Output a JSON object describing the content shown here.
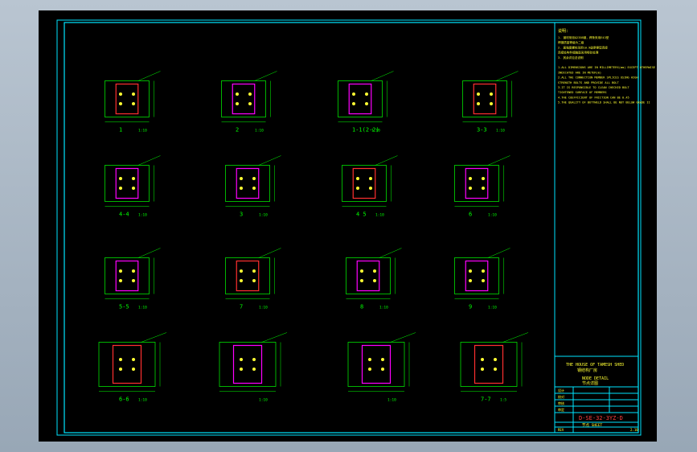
{
  "drawing": {
    "notes": {
      "heading": "说明:",
      "lines": [
        "1. 钢材采用Q235B钢，焊条采用E43型",
        "   焊缝质量等级为二级",
        "2. 高强度螺栓采用10.9级摩擦型连接",
        "   连接处构件接触面采用喷砂处理",
        "3. 其余详见总说明",
        "",
        "1.ALL DIMENSIONS ARE IN MILLIMETERS(mm) EXCEPT OTHERWISE",
        "  INDICATED ARE IN METER(m)",
        "2.ALL THE CONNECTION MEMBER SPLICES USING HIGH",
        "  STRENGTH BOLTS AND PROVIDE ALL BOLT",
        "3.IT IS RESPONSIBLE TO CLEAN CHECKED BOLT",
        "  TIGHTENED SURFACE OF MEMBERS",
        "4.THE COEFFICIENT OF FRICTION CAN BE 0.45",
        "5.THE QUALITY OF BUTTWELD SHALL BE NOT BELOW GRADE II"
      ]
    },
    "details": [
      {
        "num": "1",
        "scale": "1:10"
      },
      {
        "num": "2",
        "scale": "1:10"
      },
      {
        "num": "1-1(2-2)",
        "scale": "1:10"
      },
      {
        "num": "3-3",
        "scale": "1:10"
      },
      {
        "num": "4-4",
        "scale": "1:10"
      },
      {
        "num": "3",
        "scale": "1:10"
      },
      {
        "num": "4 5",
        "scale": "1:10"
      },
      {
        "num": "6",
        "scale": "1:10"
      },
      {
        "num": "5-5",
        "scale": "1:10"
      },
      {
        "num": "7",
        "scale": "1:10"
      },
      {
        "num": "8",
        "scale": "1:10"
      },
      {
        "num": "9",
        "scale": "1:10"
      },
      {
        "num": "6-6",
        "scale": "1:10"
      },
      {
        "num": "",
        "scale": "1:10"
      },
      {
        "num": "",
        "scale": "1:10"
      },
      {
        "num": "7-7",
        "scale": "1:5"
      }
    ],
    "title_block": {
      "project_en": "THE HOUSE OF TAMESH SHED",
      "project_cn": "钢结构厂房",
      "sheet_en": "NODE DETAIL",
      "sheet_cn": "节点详图",
      "drawing_no": "D-SE-32-3YZ-D",
      "sheet_title": "节点 SHEET",
      "revision": "REV",
      "date": "2.10",
      "rows": [
        "设计",
        "校对",
        "审核",
        "审定"
      ]
    }
  }
}
